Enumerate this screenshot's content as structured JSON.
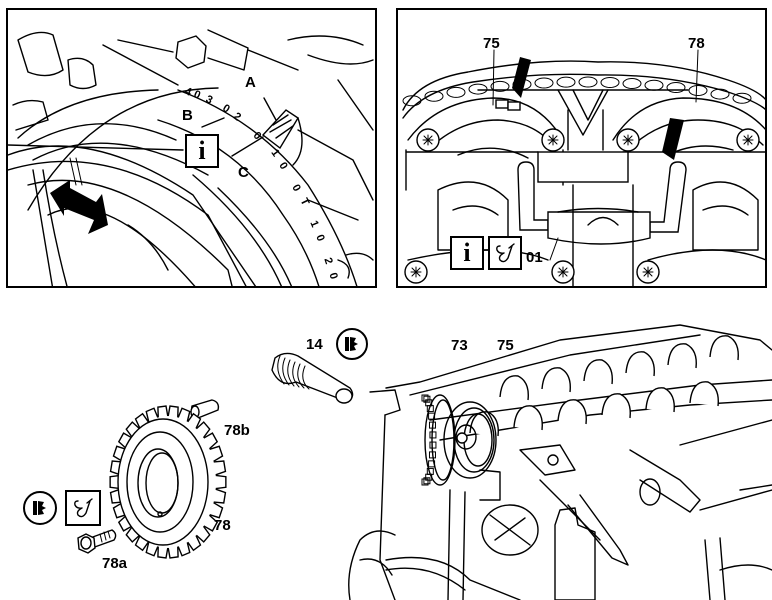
{
  "figure": {
    "panel_top_left": {
      "labels": {
        "a": "A",
        "b": "B",
        "c": "C"
      },
      "info_icon": "info-icon",
      "scale_marks_before_tdc": [
        "4",
        "0",
        "3",
        "0",
        "2"
      ],
      "scale_zero": "0",
      "scale_marks_after_tdc": [
        "1",
        "0",
        "0",
        "T",
        "1",
        "0",
        "2",
        "0"
      ],
      "arrow": "double-arrow-icon"
    },
    "panel_top_right": {
      "labels": {
        "left_sprocket": "75",
        "right_sprocket": "78",
        "tool": "01"
      },
      "icons": [
        "info-icon",
        "special-tool-icon"
      ],
      "arrows": [
        "marker-arrow-left",
        "marker-arrow-right"
      ]
    },
    "panel_bottom": {
      "labels": {
        "screw_plug": "14",
        "pin": "78b",
        "sprocket": "78",
        "bolt": "78a",
        "chain": "73",
        "cam_sprocket": "75"
      },
      "icons": [
        "replace-part-icon",
        "special-tool-icon",
        "replace-part-icon"
      ]
    }
  }
}
